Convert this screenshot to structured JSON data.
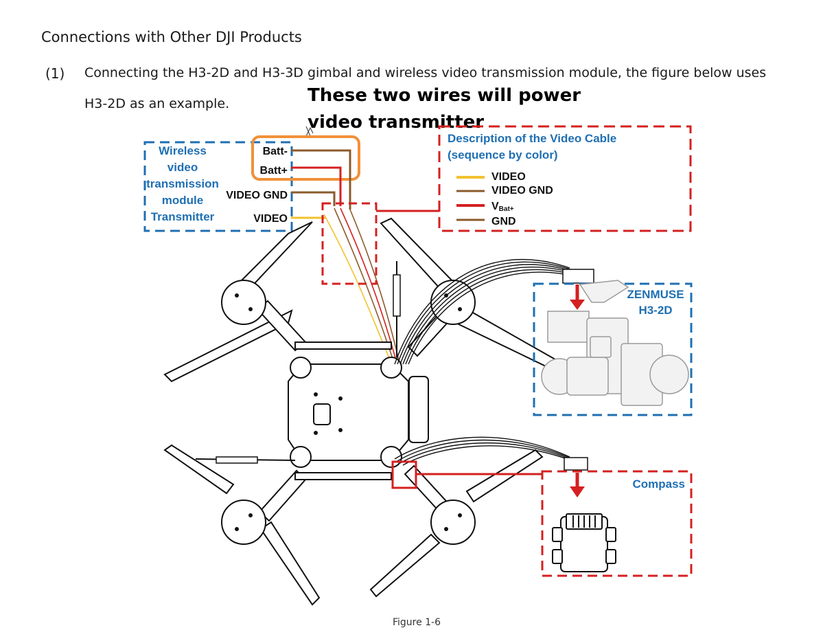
{
  "document": {
    "section_title": "Connections with Other DJI Products",
    "step_number": "(1)",
    "step_text_line1": "Connecting the H3-2D and H3-3D gimbal and wireless video transmission module, the figure below uses",
    "step_text_line2": "H3-2D as an example.",
    "figure_caption": "Figure 1-6"
  },
  "annotation": {
    "note": "These two wires will power video transmitter"
  },
  "transmitter_box": {
    "label_lines": [
      "Wireless",
      "video",
      "transmission",
      "module",
      "Transmitter"
    ],
    "pins": [
      "Batt-",
      "Batt+",
      "VIDEO GND",
      "VIDEO"
    ]
  },
  "cable_legend": {
    "title_line1": "Description of the Video Cable",
    "title_line2": "(sequence by color)",
    "entries": [
      {
        "label": "VIDEO",
        "color": "#f2c12e"
      },
      {
        "label": "VIDEO GND",
        "color": "#8b5a2b"
      },
      {
        "label": "V",
        "sub": "Bat+",
        "color": "#d42020"
      },
      {
        "label": "GND",
        "color": "#8b5a2b"
      }
    ]
  },
  "gimbal_box": {
    "label_line1": "ZENMUSE",
    "label_line2": "H3-2D"
  },
  "compass_box": {
    "label": "Compass"
  },
  "colors": {
    "blue_dashed": "#1f6fb3",
    "red_dashed": "#d42020",
    "orange_highlight": "#f0913a",
    "wire_brown": "#8b5a2b",
    "wire_red": "#d42020",
    "wire_yellow": "#f2c12e"
  }
}
